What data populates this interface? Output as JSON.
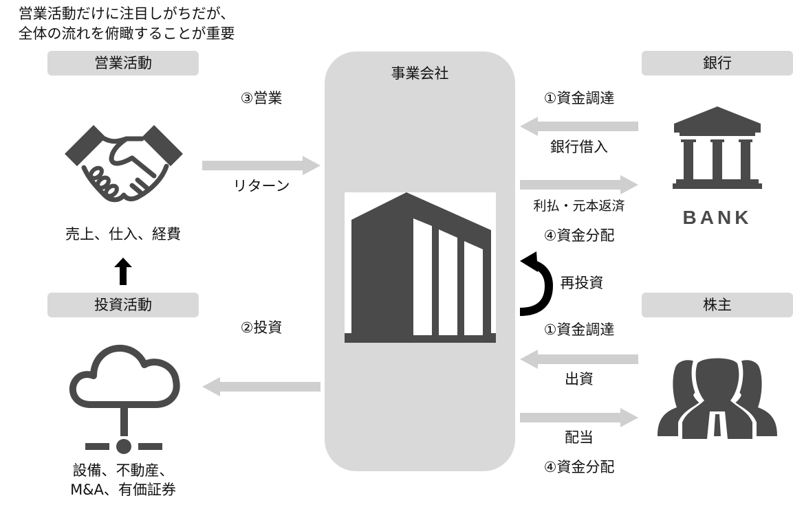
{
  "headline": {
    "line1": "営業活動だけに注目しがちだが、",
    "line2": "全体の流れを俯瞰することが重要"
  },
  "colors": {
    "label_box_bg": "#d9d9d9",
    "arrow_gray": "#d0cfcf",
    "icon_dark": "#4a4a4a",
    "text": "#111111"
  },
  "left": {
    "operating": {
      "label": "営業活動",
      "icon": "handshake-icon",
      "caption": "売上、仕入、経費"
    },
    "investing": {
      "label": "投資活動",
      "icon": "cloud-network-icon",
      "caption_line1": "設備、不動産、",
      "caption_line2": "M&A、有価証券"
    },
    "up_arrow_icon": "up-arrow-icon"
  },
  "middle_left_flows": {
    "operating_step": "③営業",
    "operating_arrow_label": "リターン",
    "investing_step": "②投資"
  },
  "center": {
    "title": "事業会社",
    "icon": "building-icon"
  },
  "right": {
    "bank": {
      "label": "銀行",
      "icon": "bank-icon",
      "icon_text": "BANK"
    },
    "shareholders": {
      "label": "株主",
      "icon": "people-icon"
    }
  },
  "right_flows": {
    "bank_funding_step": "①資金調達",
    "bank_in_label": "銀行借入",
    "bank_out_label": "利払・元本返済",
    "bank_distribution_step": "④資金分配",
    "reinvest_label": "再投資",
    "equity_funding_step": "①資金調達",
    "equity_in_label": "出資",
    "equity_out_label": "配当",
    "equity_distribution_step": "④資金分配"
  }
}
